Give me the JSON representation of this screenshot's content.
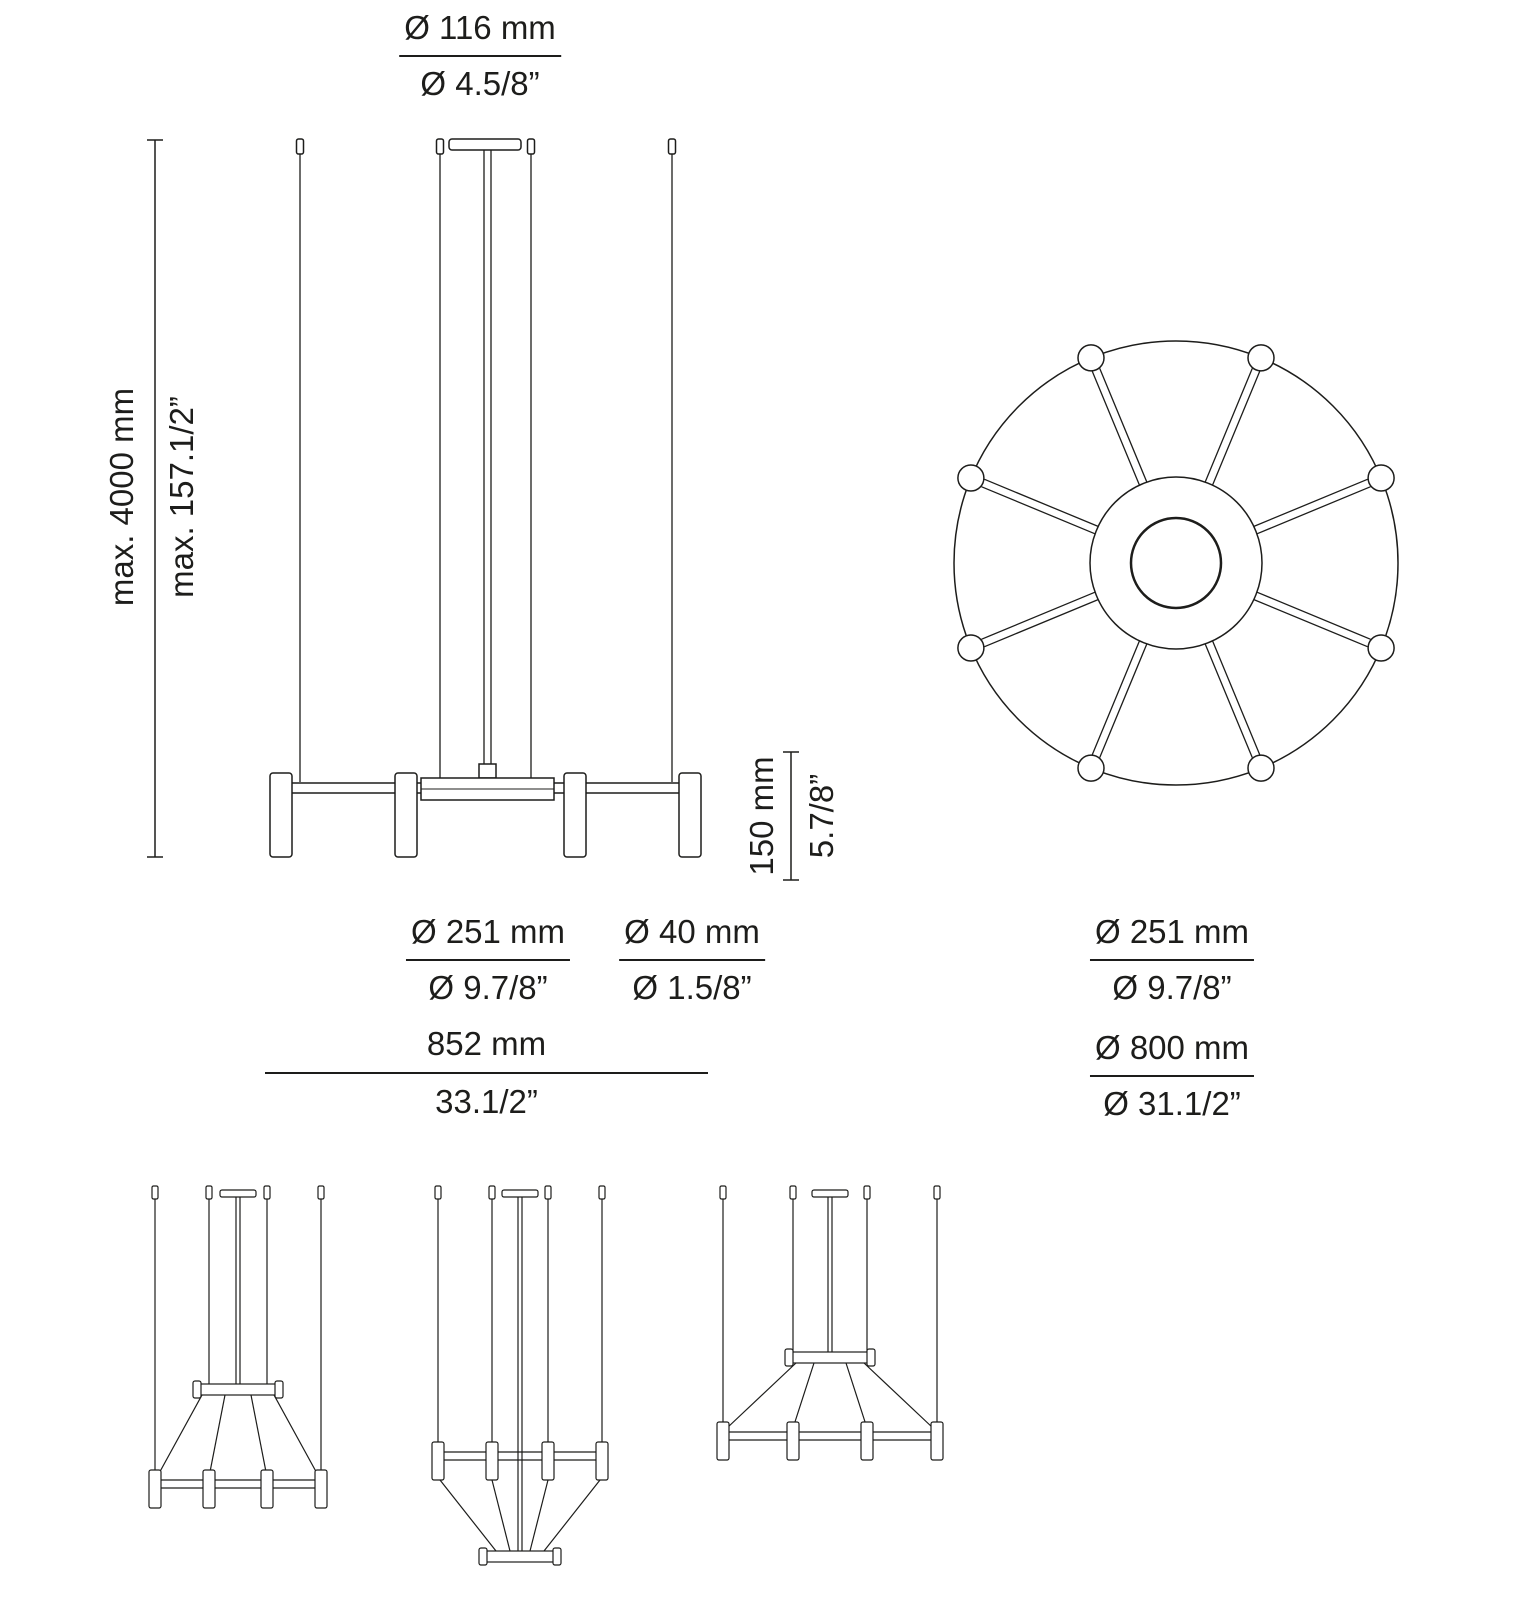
{
  "theme": {
    "ink": "#1d1d1b",
    "background": "#ffffff"
  },
  "labels": {
    "canopy": {
      "mm": "Ø 116 mm",
      "inch": "Ø 4.5/8”"
    },
    "max_drop": {
      "mm": "max. 4000 mm",
      "inch": "max. 157.1/2”"
    },
    "candle_height": {
      "mm": "150 mm",
      "inch": "5.7/8”"
    },
    "hub_front": {
      "mm": "Ø 251 mm",
      "inch": "Ø 9.7/8”"
    },
    "candle_diameter": {
      "mm": "Ø 40 mm",
      "inch": "Ø 1.5/8”"
    },
    "overall_width": {
      "mm": "852 mm",
      "inch": "33.1/2”"
    },
    "hub_top": {
      "mm": "Ø 251 mm",
      "inch": "Ø 9.7/8”"
    },
    "ring_diameter": {
      "mm": "Ø 800 mm",
      "inch": "Ø 31.1/2”"
    }
  }
}
